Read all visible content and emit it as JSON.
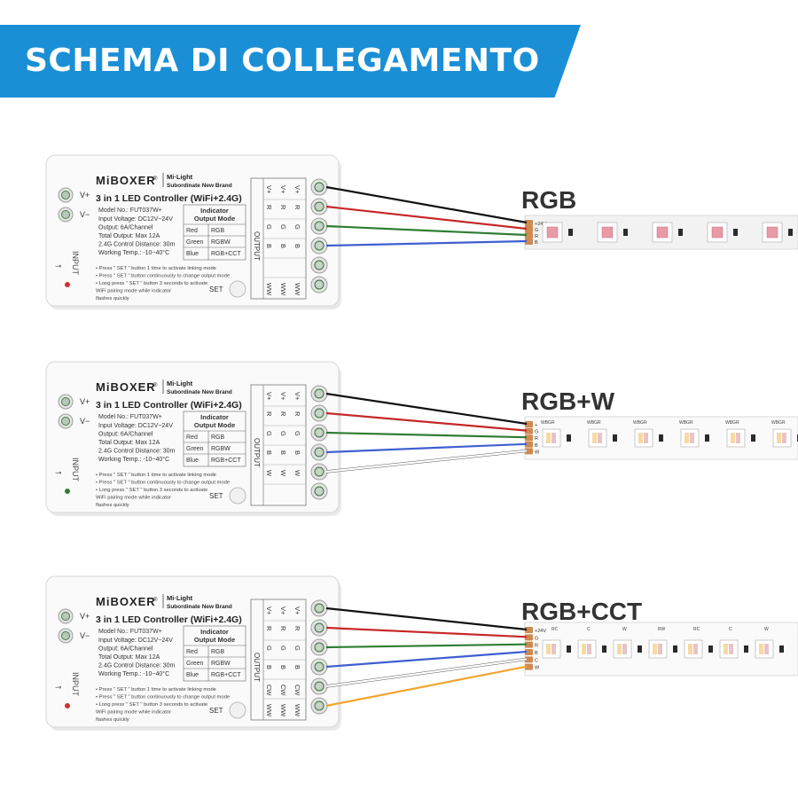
{
  "header": {
    "title": "SCHEMA DI COLLEGAMENTO",
    "color": "#1a8fd6"
  },
  "controller": {
    "brand": "MiBOXER",
    "registered": "®",
    "sub_brand_line1": "Mi·Light",
    "sub_brand_line2": "Subordinate New Brand",
    "title": "3 in 1 LED Controller (WiFi+2.4G)",
    "model": "Model No.: FUT037W+",
    "specs": [
      "Input Voltage: DC12V~24V",
      "Output: 6A/Channel",
      "Total Output: Max 12A",
      "2.4G Control Distance: 30m",
      "Working Temp.: -10~40°C"
    ],
    "notes": [
      "Press \" SET \" button 1 time to activate linking mode",
      "Press \" SET \" button continuously to change output mode",
      "Long press \" SET \" button 3 seconds to activate",
      "WiFi pairing mode while indicator",
      "flashes quickly"
    ],
    "indicator_header_1": "Indicator",
    "indicator_header_2": "Output Mode",
    "indicator_rows": [
      [
        "Red",
        "RGB"
      ],
      [
        "Green",
        "RGBW"
      ],
      [
        "Blue",
        "RGB+CCT"
      ]
    ],
    "input_plus": "V+",
    "input_minus": "V−",
    "input_label": "INPUT",
    "output_label": "OUTPUT",
    "set_label": "SET",
    "output_columns": [
      [
        "V+",
        "R",
        "G",
        "B",
        "",
        "WW"
      ],
      [
        "V+",
        "R",
        "G",
        "B",
        "W",
        ""
      ],
      [
        "V+",
        "R",
        "G",
        "B",
        "CW",
        "WW"
      ]
    ]
  },
  "rows": [
    {
      "label": "RGB",
      "led_color": "#d9342b",
      "pins": [
        "+24V",
        "G",
        "R",
        "B"
      ],
      "wires": [
        "#111111",
        "#c62828",
        "#2e7d32",
        "#3f5fd0"
      ]
    },
    {
      "label": "RGB+W",
      "led_color": "#2e9e3a",
      "pins": [
        "+",
        "G",
        "R",
        "B",
        "W"
      ],
      "chip_label": "WBGR",
      "wires": [
        "#111111",
        "#c62828",
        "#2e7d32",
        "#3f5fd0",
        "#ffffff"
      ]
    },
    {
      "label": "RGB+CCT",
      "led_color": "#2e9e3a",
      "pins": [
        "+24V",
        "G",
        "R",
        "B",
        "C",
        "W"
      ],
      "chip_labels": [
        "RC",
        "C",
        "W",
        "RW"
      ],
      "wires": [
        "#111111",
        "#c62828",
        "#2e7d32",
        "#3f5fd0",
        "#ffffff",
        "#f2a431"
      ]
    }
  ]
}
